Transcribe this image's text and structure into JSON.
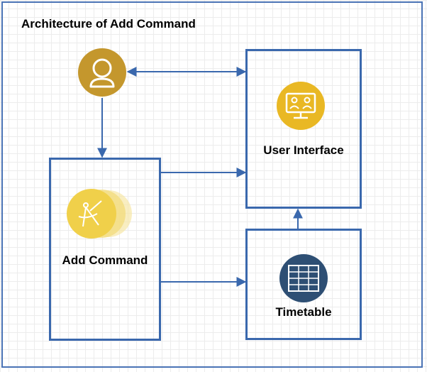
{
  "diagram": {
    "title": "Architecture of Add Command",
    "nodes": {
      "user": {
        "icon": "user-icon",
        "color": "#c4972d"
      },
      "ui": {
        "label": "User Interface",
        "icon": "monitor-icon",
        "color": "#e9b824"
      },
      "add": {
        "label": "Add Command",
        "icon": "compass-icon",
        "color": "#f0d04a"
      },
      "timetable": {
        "label": "Timetable",
        "icon": "table-icon",
        "color": "#2e4f74"
      }
    },
    "edges": [
      {
        "from": "user",
        "to": "ui",
        "bidirectional": true
      },
      {
        "from": "user",
        "to": "add"
      },
      {
        "from": "add",
        "to": "ui"
      },
      {
        "from": "add",
        "to": "timetable"
      },
      {
        "from": "timetable",
        "to": "ui"
      }
    ],
    "line_color": "#3a68ad"
  }
}
